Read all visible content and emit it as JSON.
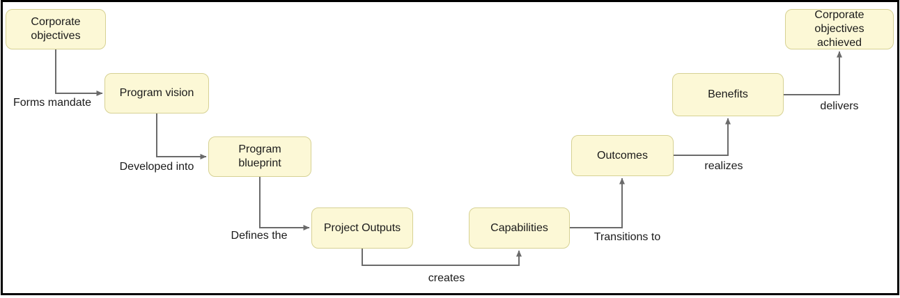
{
  "diagram": {
    "type": "flowchart",
    "nodes": [
      {
        "id": "corporate-objectives",
        "label": "Corporate objectives"
      },
      {
        "id": "program-vision",
        "label": "Program vision"
      },
      {
        "id": "program-blueprint",
        "label": "Program blueprint"
      },
      {
        "id": "project-outputs",
        "label": "Project Outputs"
      },
      {
        "id": "capabilities",
        "label": "Capabilities"
      },
      {
        "id": "outcomes",
        "label": "Outcomes"
      },
      {
        "id": "benefits",
        "label": "Benefits"
      },
      {
        "id": "corporate-objectives-achieved",
        "label": "Corporate objectives achieved"
      }
    ],
    "edges": [
      {
        "from": "corporate-objectives",
        "to": "program-vision",
        "label": "Forms mandate"
      },
      {
        "from": "program-vision",
        "to": "program-blueprint",
        "label": "Developed into"
      },
      {
        "from": "program-blueprint",
        "to": "project-outputs",
        "label": "Defines the"
      },
      {
        "from": "project-outputs",
        "to": "capabilities",
        "label": "creates"
      },
      {
        "from": "capabilities",
        "to": "outcomes",
        "label": "Transitions to"
      },
      {
        "from": "outcomes",
        "to": "benefits",
        "label": "realizes"
      },
      {
        "from": "benefits",
        "to": "corporate-objectives-achieved",
        "label": "delivers"
      }
    ],
    "colors": {
      "node_fill": "#FCF8D6",
      "node_border": "#D6D193",
      "connector": "#6A6A6A",
      "text": "#1A1A1A",
      "frame": "#000000",
      "background": "#FFFFFF"
    }
  }
}
